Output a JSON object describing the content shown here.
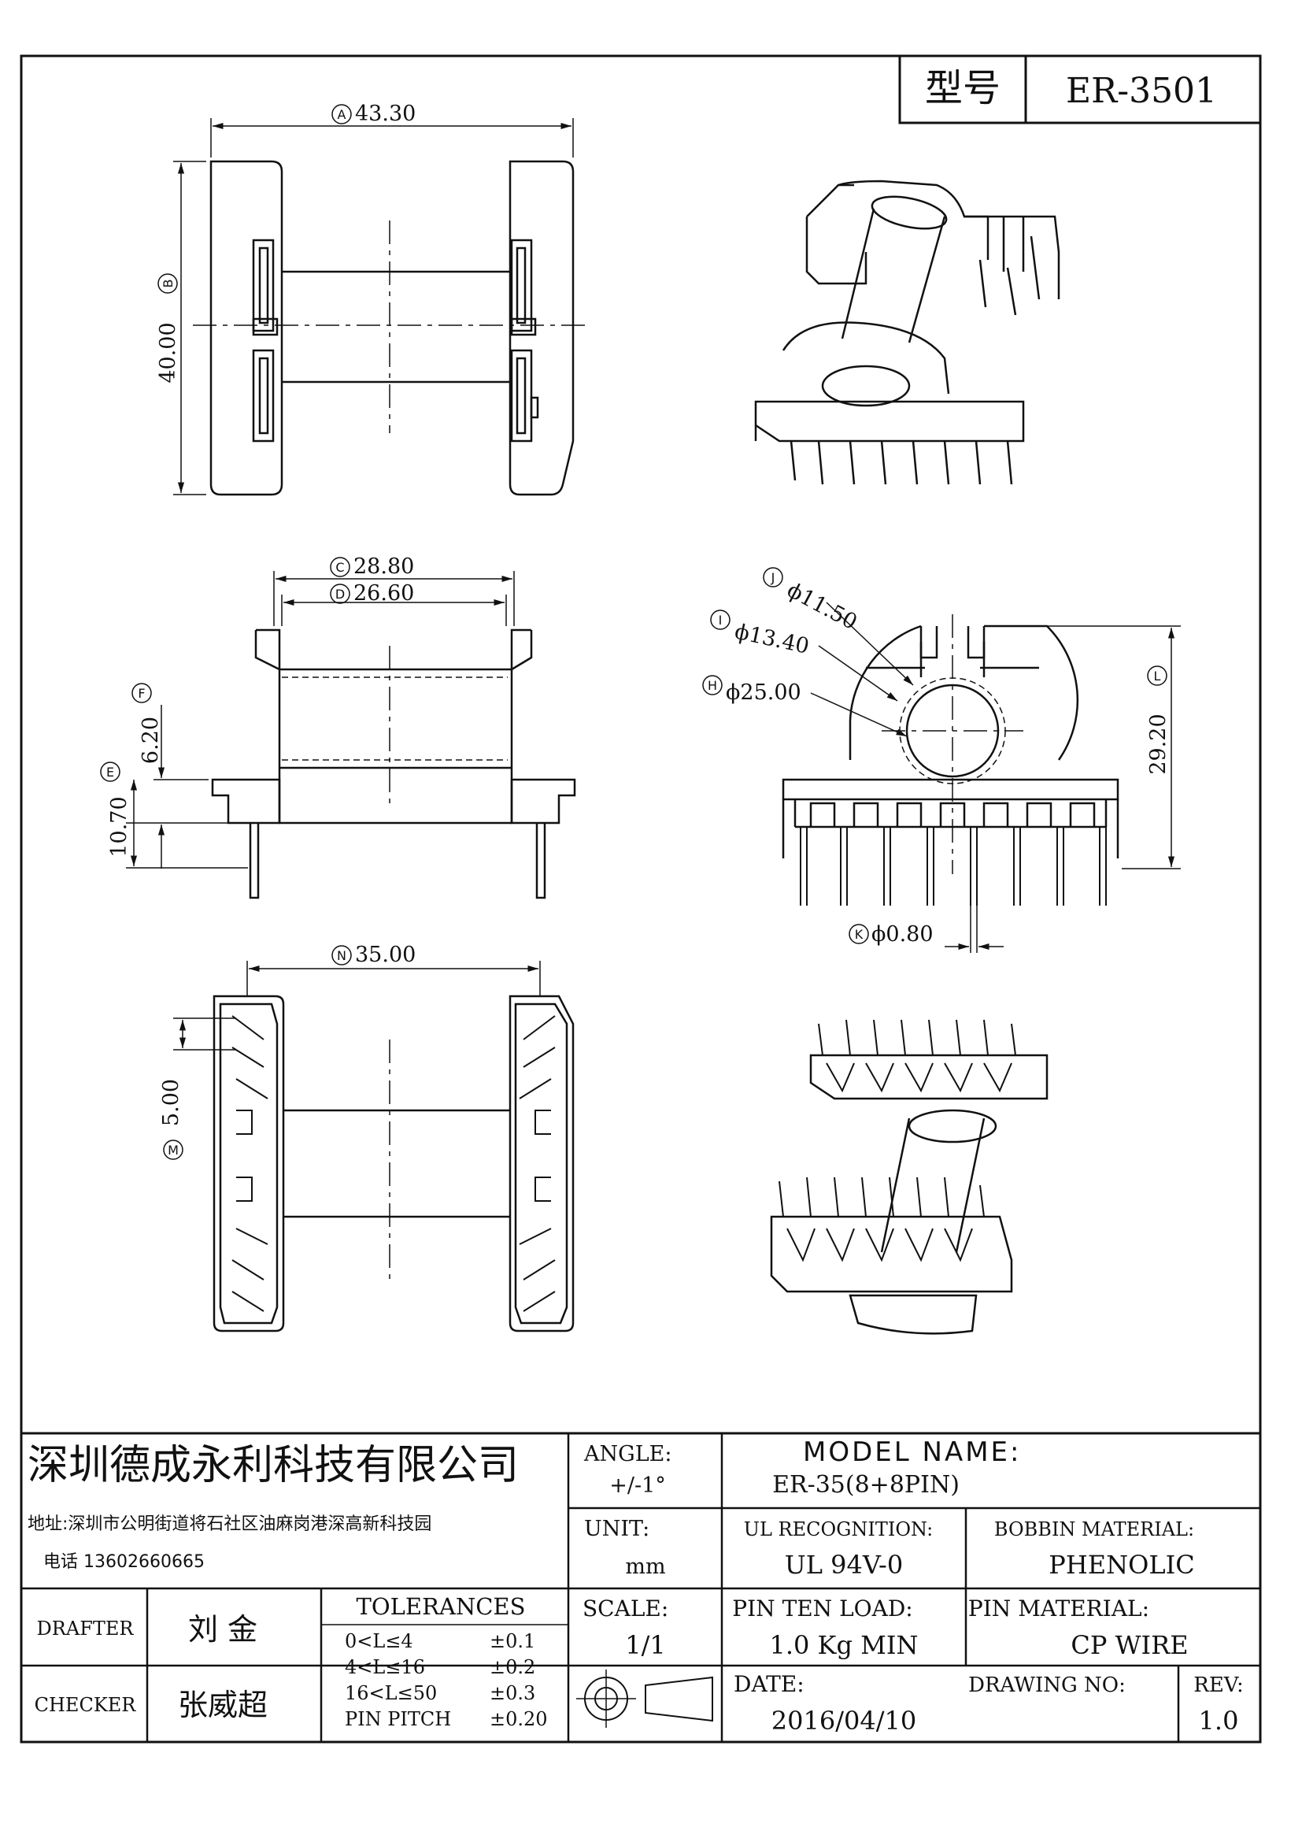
{
  "header": {
    "model_label": "型号",
    "model_value": "ER-3501"
  },
  "dimensions": {
    "A": {
      "letter": "A",
      "value": "43.30"
    },
    "B": {
      "letter": "B",
      "value": "40.00"
    },
    "C": {
      "letter": "C",
      "value": "28.80"
    },
    "D": {
      "letter": "D",
      "value": "26.60"
    },
    "E": {
      "letter": "E",
      "value": "10.70"
    },
    "F": {
      "letter": "F",
      "value": "6.20"
    },
    "H": {
      "letter": "H",
      "value": "ϕ25.00"
    },
    "I": {
      "letter": "I",
      "value": "ϕ13.40"
    },
    "J": {
      "letter": "J",
      "value": "ϕ11.50"
    },
    "K": {
      "letter": "K",
      "value": "ϕ0.80"
    },
    "L": {
      "letter": "L",
      "value": "29.20"
    },
    "M": {
      "letter": "M",
      "value": "5.00"
    },
    "N": {
      "letter": "N",
      "value": "35.00"
    }
  },
  "title_block": {
    "company": "深圳德成永利科技有限公司",
    "address": "地址:深圳市公明街道将石社区油麻岗港深高新科技园",
    "phone": "电话 13602660665",
    "angle_label": "ANGLE:",
    "angle_value": "+/-1°",
    "model_name_label": "MODEL NAME:",
    "model_name_value": "ER-35(8+8PIN)",
    "unit_label": "UNIT:",
    "unit_value": "mm",
    "ul_label": "UL RECOGNITION:",
    "ul_value": "UL 94V-0",
    "bobbin_material_label": "BOBBIN MATERIAL:",
    "bobbin_material_value": "PHENOLIC",
    "drafter_label": "DRAFTER",
    "drafter_value": "刘 金",
    "checker_label": "CHECKER",
    "checker_value": "张威超",
    "tolerances_label": "TOLERANCES",
    "tolerances": [
      {
        "range": "0<L≤4",
        "value": "±0.1"
      },
      {
        "range": "4<L≤16",
        "value": "±0.2"
      },
      {
        "range": "16<L≤50",
        "value": "±0.3"
      },
      {
        "range": "PIN PITCH",
        "value": "±0.20"
      }
    ],
    "scale_label": "SCALE:",
    "scale_value": "1/1",
    "pin_load_label": "PIN TEN LOAD:",
    "pin_load_value": "1.0 Kg MIN",
    "pin_material_label": "PIN MATERIAL:",
    "pin_material_value": "CP WIRE",
    "date_label": "DATE:",
    "date_value": "2016/04/10",
    "drawing_no_label": "DRAWING NO:",
    "drawing_no_value": "",
    "rev_label": "REV:",
    "rev_value": "1.0"
  }
}
